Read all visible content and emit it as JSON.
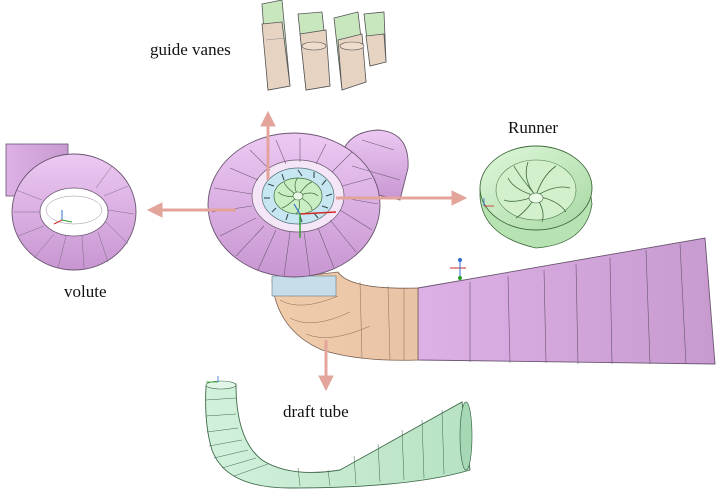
{
  "labels": {
    "guide_vanes": "guide vanes",
    "runner": "Runner",
    "volute": "volute",
    "draft_tube": "draft tube"
  },
  "colors": {
    "volute": "#e2b6ec",
    "volute_edge": "#5a4560",
    "runner": "#c9eec4",
    "draft_tube_cone": "#f2d3b4",
    "draft_tube_green": "#c7ecd0",
    "guide_vane_ring": "#c6e6f2",
    "arrow": "#e3a49c"
  },
  "icons": [
    "axis-triad-icon",
    "explode-arrow-icon"
  ]
}
